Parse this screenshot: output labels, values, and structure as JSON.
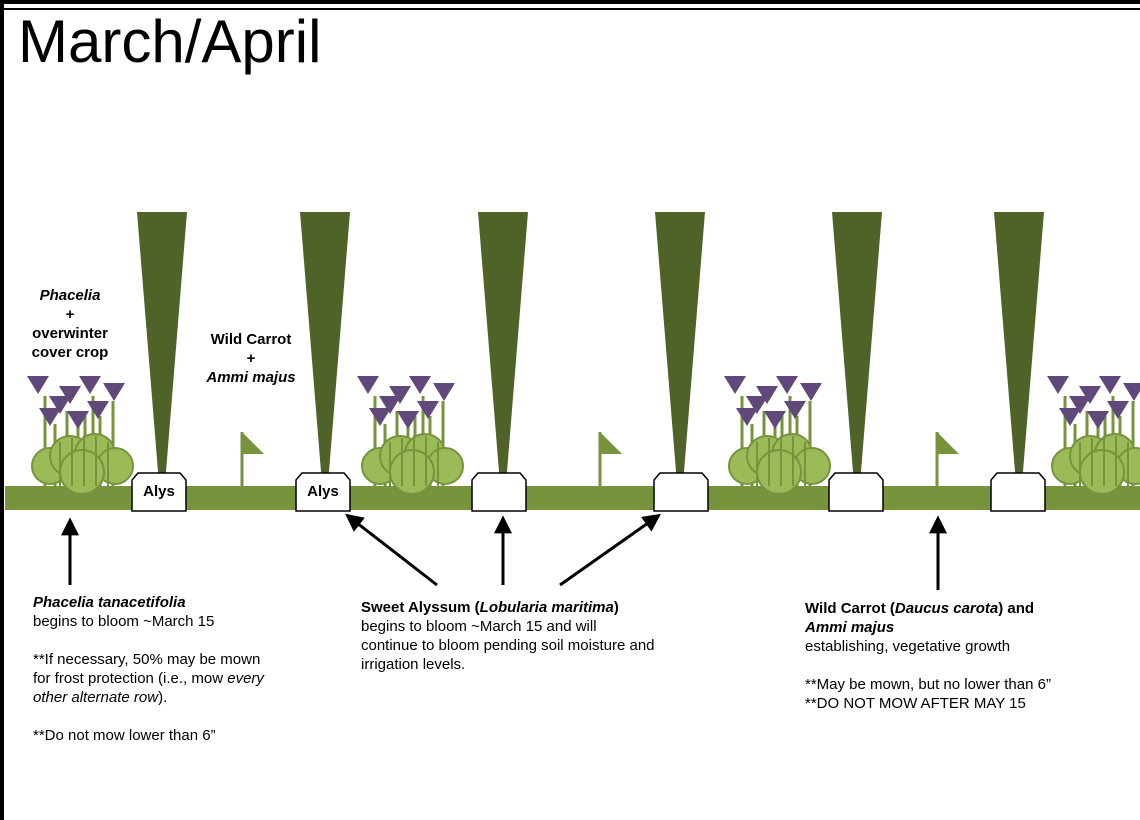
{
  "title": "March/April",
  "plot_labels": {
    "phacelia": {
      "line1": "Phacelia",
      "plus": "+",
      "line2": "overwinter",
      "line3": "cover crop"
    },
    "wild_carrot": {
      "line1": "Wild Carrot",
      "plus": "+",
      "line2": "Ammi majus"
    }
  },
  "alyssum_box_label": "Alys",
  "notes": {
    "phacelia": {
      "name": "Phacelia tanacetifolia",
      "line1": "begins to bloom ~March 15",
      "mow1_a": "**If necessary, 50% may be mown",
      "mow1_b": "for frost protection  (i.e., mow ",
      "mow1_c": "every",
      "mow1_d": "other alternate row",
      "mow1_e": ").",
      "mow2": "**Do not mow lower than 6”"
    },
    "alyssum": {
      "name_pre": "Sweet Alyssum (",
      "name_sci": "Lobularia maritima",
      "name_post": ")",
      "line1": "begins to bloom ~March 15 and will",
      "line2": "continue  to bloom pending soil moisture and",
      "line3": "irrigation levels."
    },
    "carrot": {
      "name_pre": "Wild Carrot  (",
      "name_sci": "Daucus carota",
      "name_post": ") and",
      "name2": "Ammi majus",
      "line1": "establishing, vegetative growth",
      "mow1": "**May be mown, but no lower than 6”",
      "mow2": "**DO NOT MOW AFTER MAY 15"
    }
  },
  "colors": {
    "ground": "#77933c",
    "tree": "#4f6228",
    "shrub": "#9bbb59",
    "shrub_dark": "#77933c",
    "flower": "#60497a",
    "arrow": "#000000"
  }
}
